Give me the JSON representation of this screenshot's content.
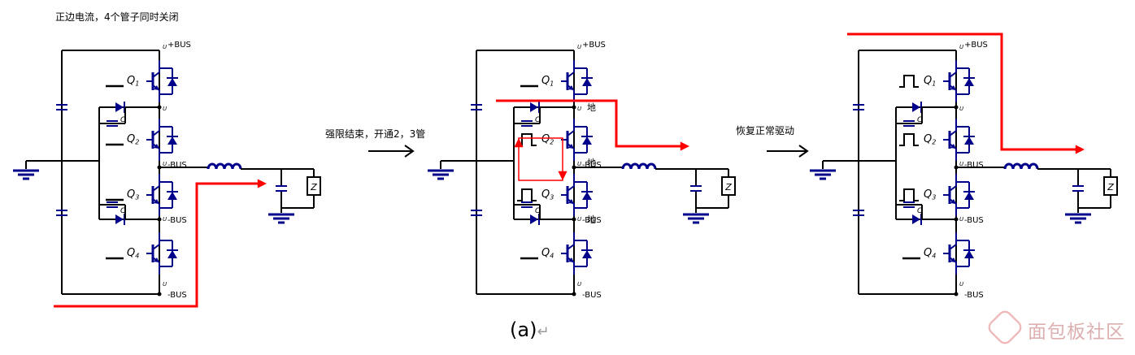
{
  "caption_title": "正边电流，4个管子同时关闭",
  "step1_label": "强限结束，开通2，3管",
  "step2_label": "恢复正常驱动",
  "figure_label": "(a)",
  "return_mark": "↵",
  "bus_plus": "+BUS",
  "bus_minus": "-BUS",
  "ground_label": "地",
  "load_label": "Z",
  "transistors": [
    "Q1",
    "Q2",
    "Q3",
    "Q4"
  ],
  "capacitor_labels": [
    "C1",
    "C2"
  ],
  "node_labels": [
    "U1",
    "U2",
    "U3",
    "U4"
  ],
  "watermark_text": "面包板社区",
  "colors": {
    "circuit": "#00008b",
    "current": "#ff0000",
    "wire": "#000000",
    "watermark": "#e8a0a0"
  }
}
